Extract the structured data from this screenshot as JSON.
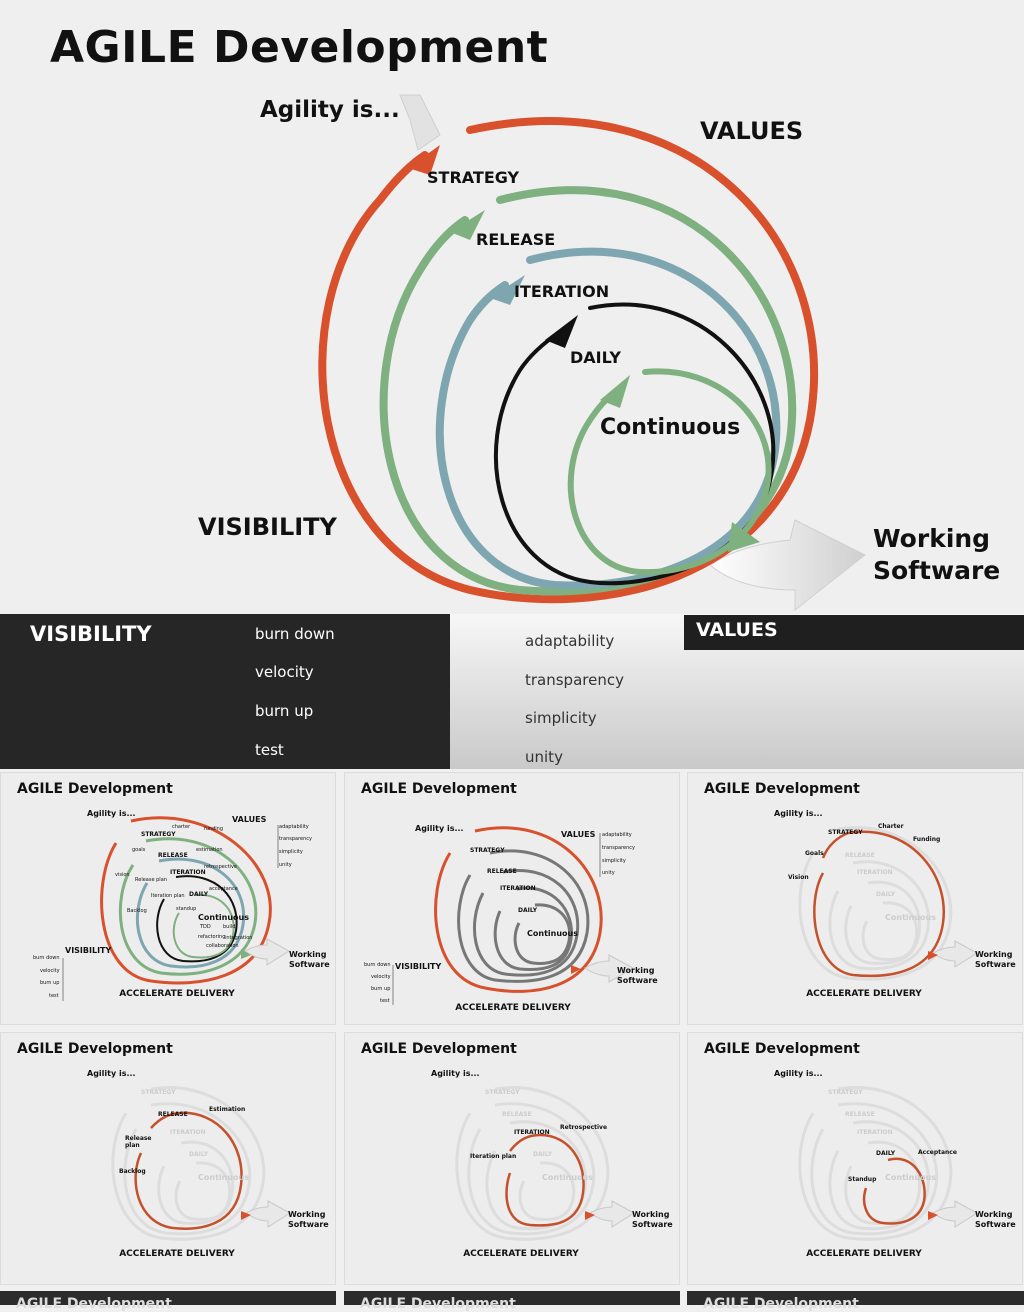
{
  "hero": {
    "title": "AGILE Development",
    "agility": "Agility is...",
    "values": "VALUES",
    "strategy": "STRATEGY",
    "release": "RELEASE",
    "iteration": "ITERATION",
    "daily": "DAILY",
    "continuous": "Continuous",
    "visibility": "VISIBILITY",
    "working_software_1": "Working",
    "working_software_2": "Software"
  },
  "band": {
    "visibility_heading": "VISIBILITY",
    "visibility_items": [
      "burn down",
      "velocity",
      "burn up",
      "test"
    ],
    "values_heading": "VALUES",
    "values_items": [
      "adaptability",
      "transparency",
      "simplicity",
      "unity"
    ]
  },
  "thumbnails": [
    {
      "title": "AGILE Development",
      "agility": "Agility is...",
      "footer": "ACCELERATE DELIVERY",
      "working_1": "Working",
      "working_2": "Software",
      "labels": [
        "VALUES",
        "STRATEGY",
        "RELEASE",
        "ITERATION",
        "DAILY",
        "Continuous",
        "VISIBILITY"
      ],
      "small_labels": [
        "charter",
        "funding",
        "goals",
        "estimation",
        "retrospective",
        "vision",
        "Release plan",
        "Iteration plan",
        "acceptance",
        "standup",
        "Backlog",
        "TDD",
        "build",
        "refactoring",
        "integration",
        "collaboration"
      ],
      "side_values": [
        "adaptability",
        "transparency",
        "simplicity",
        "unity"
      ],
      "side_visibility": [
        "burn down",
        "velocity",
        "burn up",
        "test"
      ]
    },
    {
      "title": "AGILE Development",
      "agility": "Agility is...",
      "footer": "ACCELERATE DELIVERY",
      "working_1": "Working",
      "working_2": "Software",
      "labels": [
        "VALUES",
        "STRATEGY",
        "RELEASE",
        "ITERATION",
        "DAILY",
        "Continuous",
        "VISIBILITY"
      ],
      "side_values": [
        "adaptability",
        "transparency",
        "simplicity",
        "unity"
      ],
      "side_visibility": [
        "burn down",
        "velocity",
        "burn up",
        "test"
      ]
    },
    {
      "title": "AGILE Development",
      "agility": "Agility is...",
      "footer": "ACCELERATE DELIVERY",
      "working_1": "Working",
      "working_2": "Software",
      "labels": [
        "STRATEGY",
        "RELEASE",
        "ITERATION",
        "DAILY",
        "Continuous"
      ],
      "small_labels": [
        "Charter",
        "Funding",
        "Goals",
        "Vision"
      ]
    },
    {
      "title": "AGILE Development",
      "agility": "Agility is...",
      "footer": "ACCELERATE DELIVERY",
      "working_1": "Working",
      "working_2": "Software",
      "labels": [
        "STRATEGY",
        "RELEASE",
        "ITERATION",
        "DAILY",
        "Continuous"
      ],
      "small_labels": [
        "Estimation",
        "Release plan",
        "Backlog"
      ]
    },
    {
      "title": "AGILE Development",
      "agility": "Agility is...",
      "footer": "ACCELERATE DELIVERY",
      "working_1": "Working",
      "working_2": "Software",
      "labels": [
        "STRATEGY",
        "RELEASE",
        "ITERATION",
        "DAILY",
        "Continuous"
      ],
      "small_labels": [
        "Retrospective",
        "Iteration plan"
      ]
    },
    {
      "title": "AGILE Development",
      "agility": "Agility is...",
      "footer": "ACCELERATE DELIVERY",
      "working_1": "Working",
      "working_2": "Software",
      "labels": [
        "STRATEGY",
        "RELEASE",
        "ITERATION",
        "DAILY",
        "Continuous"
      ],
      "small_labels": [
        "Acceptance",
        "Standup"
      ]
    },
    {
      "title": "AGILE Development"
    },
    {
      "title": "AGILE Development"
    },
    {
      "title": "AGILE Development"
    }
  ],
  "colors": {
    "values_arc": "#d9512c",
    "strategy_arc": "#7fb07f",
    "release_arc": "#7fb07f",
    "iteration_arc": "#7ea6b0",
    "daily_arc": "#111111",
    "continuous_arc": "#7fb07f",
    "band_dark": "#262626"
  }
}
